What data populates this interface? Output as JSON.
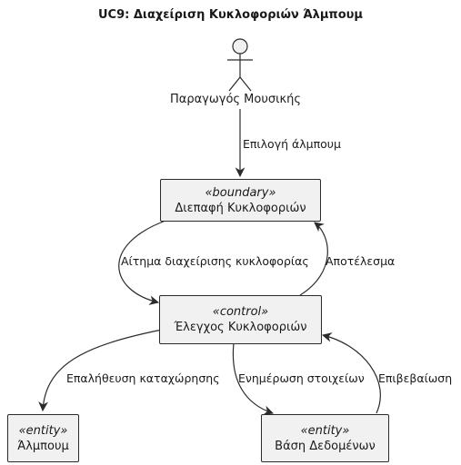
{
  "title": "UC9: Διαχείριση Κυκλοφοριών Άλμπουμ",
  "actor": {
    "name": "Παραγωγός Μουσικής"
  },
  "nodes": {
    "boundary": {
      "stereotype": "«boundary»",
      "name": "Διεπαφή Κυκλοφοριών"
    },
    "control": {
      "stereotype": "«control»",
      "name": "Έλεγχος Κυκλοφοριών"
    },
    "album": {
      "stereotype": "«entity»",
      "name": "Άλμπουμ"
    },
    "db": {
      "stereotype": "«entity»",
      "name": "Βάση Δεδομένων"
    }
  },
  "edges": {
    "select_album": "Επιλογή άλμπουμ",
    "request": "Αίτημα διαχείρισης κυκλοφορίας",
    "result": "Αποτέλεσμα",
    "verify": "Επαλήθευση καταχώρησης",
    "update": "Ενημέρωση στοιχείων",
    "confirm": "Επιβεβαίωση"
  }
}
